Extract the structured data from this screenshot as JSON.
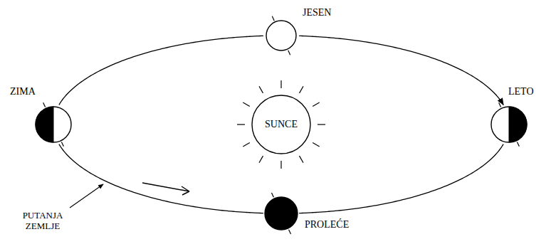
{
  "diagram": {
    "nodes": [
      {
        "text": [
          "JESEN"
        ]
      },
      {
        "text": [
          "ZIMA"
        ]
      },
      {
        "text": [
          "SUNCE"
        ]
      },
      {
        "text": [
          "LETO"
        ]
      },
      {
        "text": [
          "PROLEĆE"
        ]
      }
    ],
    "edges": [
      {
        "from": 0,
        "to": 3,
        "arrow": "to"
      },
      {
        "from": 1,
        "to": 0,
        "arrow": "none"
      },
      {
        "from": 1,
        "to": 4,
        "arrow": "none"
      },
      {
        "from": 4,
        "to": 3,
        "arrow": "none"
      }
    ],
    "labels": [
      "PUTANJA ZEMLJE"
    ]
  }
}
